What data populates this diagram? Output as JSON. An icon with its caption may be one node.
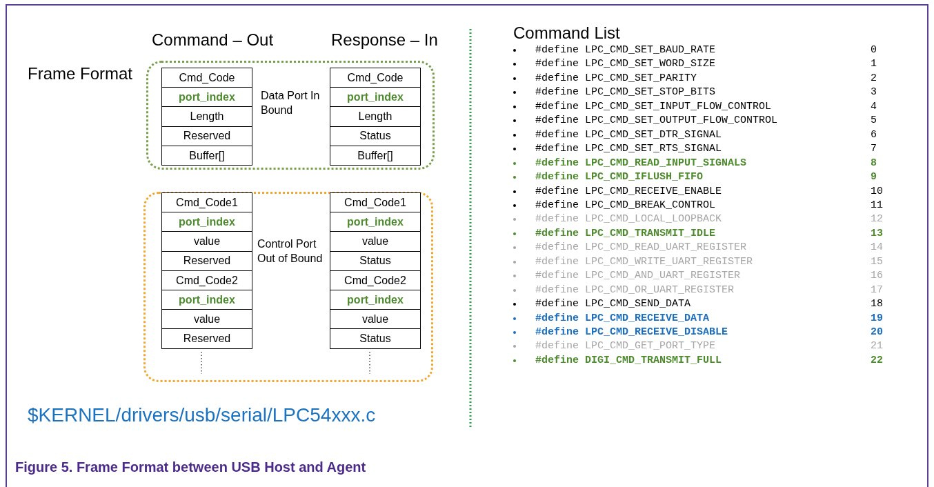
{
  "diagram": {
    "caption": "Figure 5.  Frame Format between USB Host and Agent",
    "nodes": [
      {
        "text": [
          "Data Port In Bound"
        ]
      },
      {
        "text": [
          "Cmd_Code"
        ],
        "in": 0
      },
      {
        "text": [
          "port_index"
        ],
        "in": 0
      },
      {
        "text": [
          "Length"
        ],
        "in": 0
      },
      {
        "text": [
          "Reserved"
        ],
        "in": 0
      },
      {
        "text": [
          "Buffer[]"
        ],
        "in": 0
      },
      {
        "text": [
          "Cmd_Code"
        ],
        "in": 0
      },
      {
        "text": [
          "port_index"
        ],
        "in": 0
      },
      {
        "text": [
          "Length"
        ],
        "in": 0
      },
      {
        "text": [
          "Status"
        ],
        "in": 0
      },
      {
        "text": [
          "Buffer[]"
        ],
        "in": 0
      },
      {
        "text": [
          "Control Port Out of Bound"
        ]
      },
      {
        "text": [
          "Cmd_Code1"
        ],
        "in": 11
      },
      {
        "text": [
          "port_index"
        ],
        "in": 11
      },
      {
        "text": [
          "value"
        ],
        "in": 11
      },
      {
        "text": [
          "Reserved"
        ],
        "in": 11
      },
      {
        "text": [
          "Cmd_Code2"
        ],
        "in": 11
      },
      {
        "text": [
          "port_index"
        ],
        "in": 11
      },
      {
        "text": [
          "value"
        ],
        "in": 11
      },
      {
        "text": [
          "Reserved"
        ],
        "in": 11
      },
      {
        "text": [
          "Cmd_Code1"
        ],
        "in": 11
      },
      {
        "text": [
          "port_index"
        ],
        "in": 11
      },
      {
        "text": [
          "value"
        ],
        "in": 11
      },
      {
        "text": [
          "Status"
        ],
        "in": 11
      },
      {
        "text": [
          "Cmd_Code2"
        ],
        "in": 11
      },
      {
        "text": [
          "port_index"
        ],
        "in": 11
      },
      {
        "text": [
          "value"
        ],
        "in": 11
      },
      {
        "text": [
          "Status"
        ],
        "in": 11
      }
    ],
    "labels": [
      "Command – Out",
      "Response – In",
      "Frame Format",
      "$KERNEL/drivers/usb/serial/LPC54xxx.c",
      "Command List",
      "#define LPC_CMD_SET_BAUD_RATE",
      "0",
      "#define LPC_CMD_SET_WORD_SIZE",
      "1",
      "#define LPC_CMD_SET_PARITY",
      "2",
      "#define LPC_CMD_SET_STOP_BITS",
      "3",
      "#define LPC_CMD_SET_INPUT_FLOW_CONTROL",
      "4",
      "#define LPC_CMD_SET_OUTPUT_FLOW_CONTROL",
      "5",
      "#define LPC_CMD_SET_DTR_SIGNAL",
      "6",
      "#define LPC_CMD_SET_RTS_SIGNAL",
      "7",
      "#define LPC_CMD_READ_INPUT_SIGNALS",
      "8",
      "#define LPC_CMD_IFLUSH_FIFO",
      "9",
      "#define LPC_CMD_RECEIVE_ENABLE",
      "10",
      "#define LPC_CMD_BREAK_CONTROL",
      "11",
      "#define LPC_CMD_LOCAL_LOOPBACK",
      "12",
      "#define LPC_CMD_TRANSMIT_IDLE",
      "13",
      "#define LPC_CMD_READ_UART_REGISTER",
      "14",
      "#define LPC_CMD_WRITE_UART_REGISTER",
      "15",
      "#define LPC_CMD_AND_UART_REGISTER",
      "16",
      "#define LPC_CMD_OR_UART_REGISTER",
      "17",
      "#define LPC_CMD_SEND_DATA",
      "18",
      "#define LPC_CMD_RECEIVE_DATA",
      "19",
      "#define LPC_CMD_RECEIVE_DISABLE",
      "20",
      "#define LPC_CMD_GET_PORT_TYPE",
      "21",
      "#define DIGI_CMD_TRANSMIT_FULL",
      "22"
    ]
  }
}
